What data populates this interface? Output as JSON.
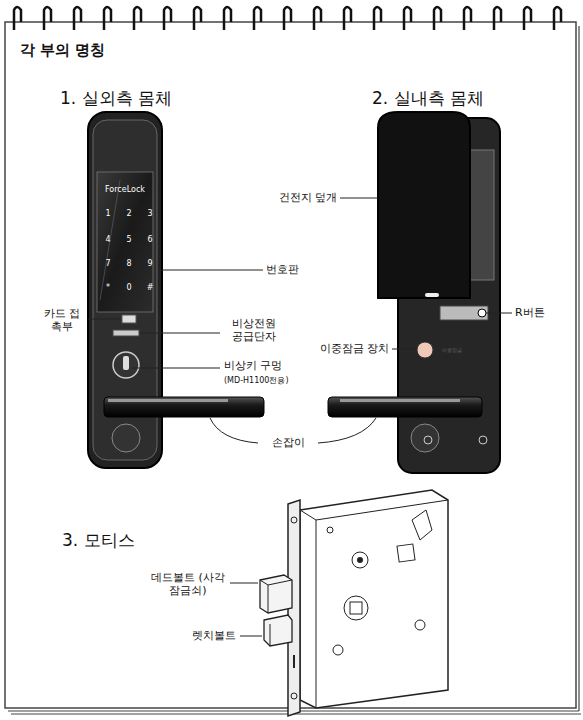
{
  "diagram": {
    "title": "각 부의 명칭",
    "labels": [
      "1. 실외측 몸체",
      "2. 실내측 몸체",
      "3. 모티스",
      "ForceLock",
      "1",
      "2",
      "3",
      "4",
      "5",
      "6",
      "7",
      "8",
      "9",
      "*",
      "0",
      "#",
      "번호판",
      "카드 접촉부",
      "비상전원 공급단자",
      "비상키 구멍",
      "(MD-H1100전용)",
      "손잡이",
      "건전지 덮개",
      "R버튼",
      "이중잠금 장치",
      "이중잠금",
      "데드볼트 (사각잠금쇠)",
      "렛치볼트"
    ]
  }
}
